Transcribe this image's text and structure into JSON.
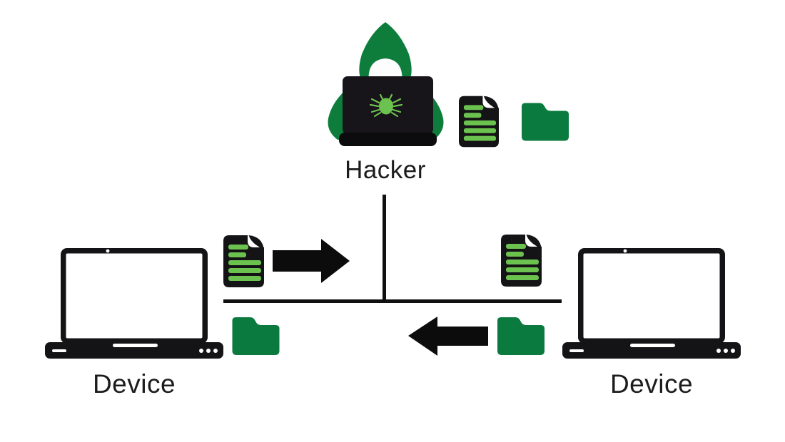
{
  "labels": {
    "hacker": "Hacker",
    "device_left": "Device",
    "device_right": "Device"
  },
  "colors": {
    "green_dark": "#0e7d3c",
    "green_bright": "#6cc24f",
    "folder_green": "#0b7a3e",
    "ink": "#141316",
    "background": "#ffffff",
    "text": "#1c1c1c"
  },
  "icons": {
    "hacker": "hooded-hacker-at-laptop-with-bug",
    "document": "document-with-text-lines",
    "folder": "folder",
    "arrow_right": "arrow-right",
    "arrow_left": "arrow-left",
    "laptop": "laptop"
  },
  "structure": {
    "topology": "two devices connected by a T-shaped line with a hacker intercepting in the middle (man-in-the-middle)",
    "flows": [
      "document from left device toward hacker junction (arrow-right)",
      "folder from right device toward left device (arrow-left)"
    ]
  }
}
